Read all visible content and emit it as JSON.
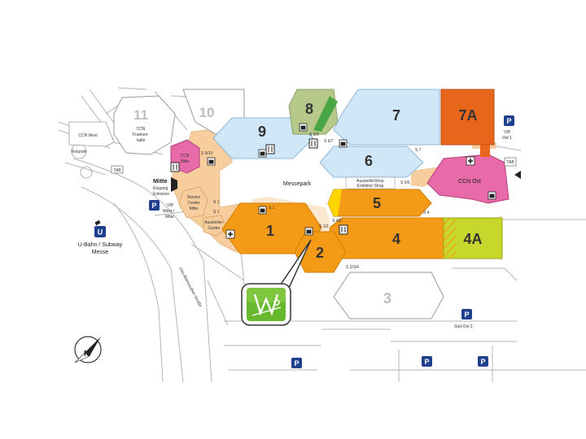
{
  "halls": {
    "h1": "1",
    "h2": "2",
    "h3": "3",
    "h4": "4",
    "h4a": "4A",
    "h5": "5",
    "h6": "6",
    "h7": "7",
    "h7a": "7A",
    "h8": "8",
    "h9": "9",
    "h10": "10",
    "h11": "11"
  },
  "labels": {
    "ccn_west": "CCN West",
    "ccn_frankenhalle_1": "CCN",
    "ccn_frankenhalle_2": "Franken-",
    "ccn_frankenhalle_3": "halle",
    "ccn_mitte_1": "CCN",
    "ccn_mitte_2": "Mitte",
    "ccn_ost": "CCN Ost",
    "mitte": "Mitte",
    "eingang": "Eingang",
    "entrance": "Entrance",
    "service_center_1": "Service",
    "service_center_2": "Center",
    "service_center_3": "Mitte",
    "ausstellerservice_1": "Aussteller-",
    "ausstellerservice_2": "Center",
    "messepark": "Messepark",
    "exhibitor_shop_1": "AusstellerShop",
    "exhibitor_shop_2": "Exhibitor Shop",
    "vip_west_1": "VIP",
    "vip_west_2": "West /",
    "vip_west_3": "Mitte",
    "vip_ost_1": "VIP",
    "vip_ost_2": "Ost 1",
    "ubahn_1": "U-Bahn / Subway",
    "ubahn_2": "Messe",
    "sued_ost_3": "Süd-Ost 3",
    "street": "Otto-Bärnreuther-Straße",
    "tab": "TAB",
    "tab_east": "TAB",
    "rotunde": "Rotunde"
  },
  "passages": {
    "s910": "S 9/10",
    "s1_a": "S 1",
    "s1_b": "S 1",
    "s69": "S 6/9",
    "s67": "S 6/7",
    "s7": "S 7",
    "s56": "S 5/6",
    "s4": "S 4",
    "s45": "S 4/5",
    "s12": "S 1/2",
    "s234": "S 2/3/4",
    "s1c": "S 1"
  },
  "parking": {
    "symbol": "P"
  },
  "ubahn_symbol": "U",
  "compass": {
    "north": "N"
  },
  "colors": {
    "orange": "#f59a17",
    "dark_orange": "#e8661c",
    "light_blue": "#cfe7f7",
    "pink": "#e86aa8",
    "yellow_green": "#c8d72b",
    "olive": "#b7c98a",
    "green_stripe": "#4aa545",
    "grey_hall": "#ffffff",
    "beige": "#f7cd9e",
    "parking_blue": "#1f3f8f",
    "marker_green": "#67b82d"
  },
  "icons": [
    "coffee-cup-icon",
    "restaurant-icon",
    "first-aid-icon",
    "parking-icon",
    "subway-icon",
    "compass-icon",
    "food-marker-icon"
  ]
}
